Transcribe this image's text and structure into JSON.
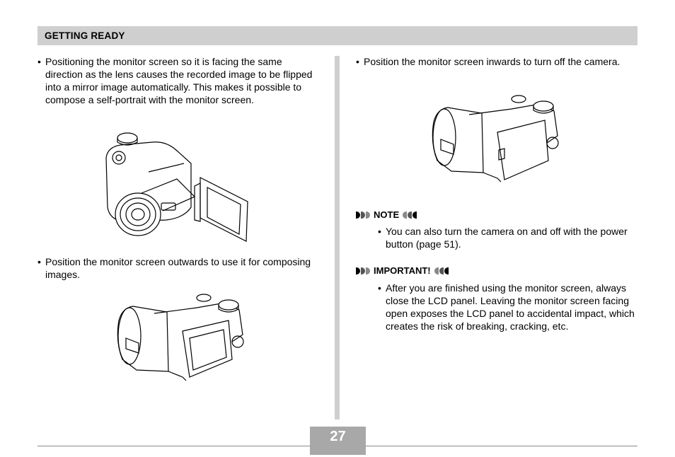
{
  "header": {
    "title": "GETTING READY"
  },
  "left": {
    "para1": "Positioning the monitor screen so it is facing the same direction as the lens causes the recorded image to be flipped into a mirror image automatically. This makes it possible to compose a self-portrait with the monitor screen.",
    "para2": "Position the monitor screen outwards to use it for composing images."
  },
  "right": {
    "para1": "Position the monitor screen inwards to turn off the camera.",
    "note_label": "NOTE",
    "note_text": "You can also turn the camera on and off with the power button (page 51).",
    "important_label": "IMPORTANT!",
    "important_text": "After you are finished using the monitor screen, always close the LCD panel. Leaving the monitor screen facing open exposes the LCD panel to accidental impact, which creates the risk of breaking, cracking, etc."
  },
  "bullet": "•",
  "page_number": "27"
}
